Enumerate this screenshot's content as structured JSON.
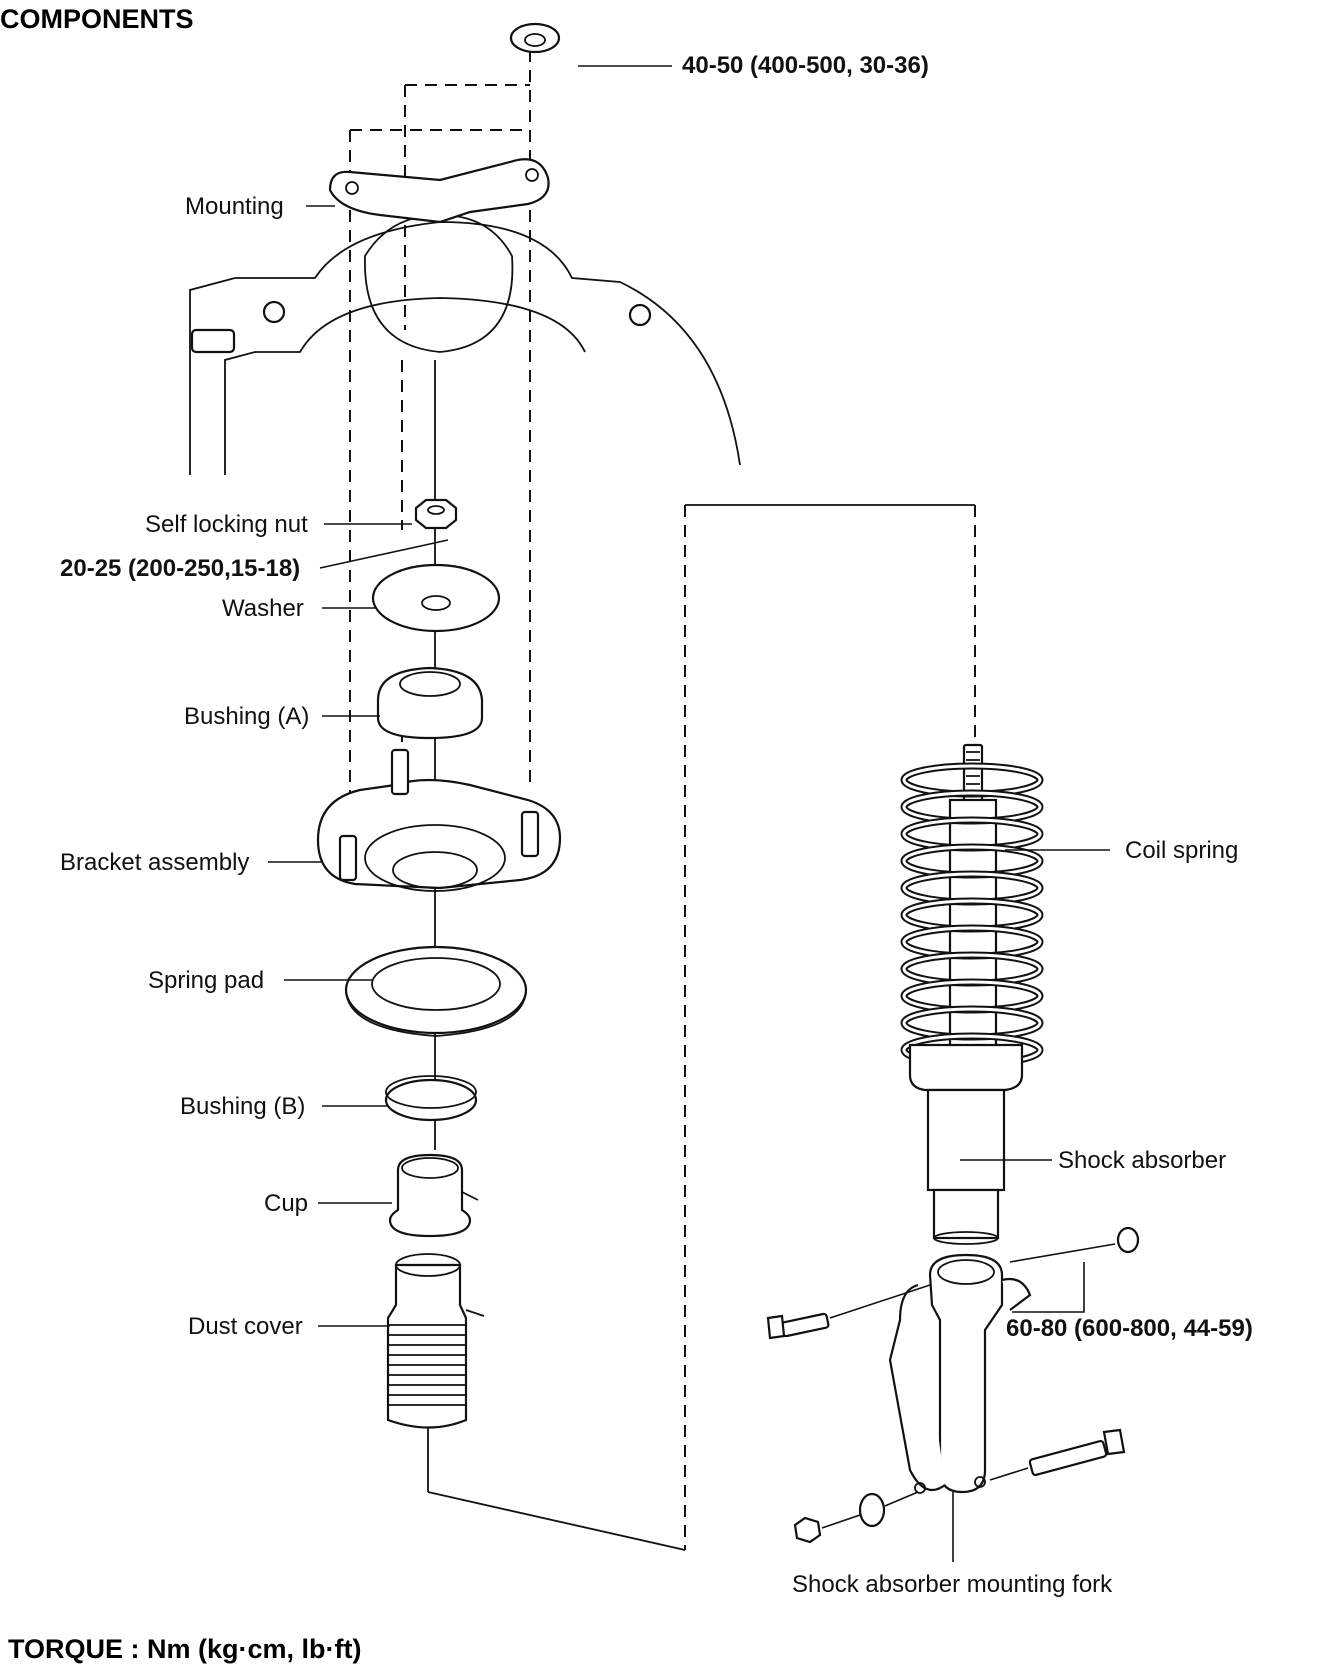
{
  "header": {
    "title": "COMPONENTS"
  },
  "labels": {
    "torque_top": "40-50 (400-500, 30-36)",
    "mounting": "Mounting",
    "self_locking_nut": "Self locking nut",
    "torque_nut": "20-25 (200-250,15-18)",
    "washer": "Washer",
    "bushing_a": "Bushing (A)",
    "bracket_assembly": "Bracket assembly",
    "spring_pad": "Spring pad",
    "bushing_b": "Bushing (B)",
    "cup": "Cup",
    "dust_cover": "Dust cover",
    "coil_spring": "Coil spring",
    "shock_absorber": "Shock absorber",
    "torque_fork": "60-80 (600-800, 44-59)",
    "mounting_fork": "Shock absorber mounting fork"
  },
  "footer": {
    "torque_unit": "TORQUE : Nm (kg·cm, lb·ft)"
  }
}
